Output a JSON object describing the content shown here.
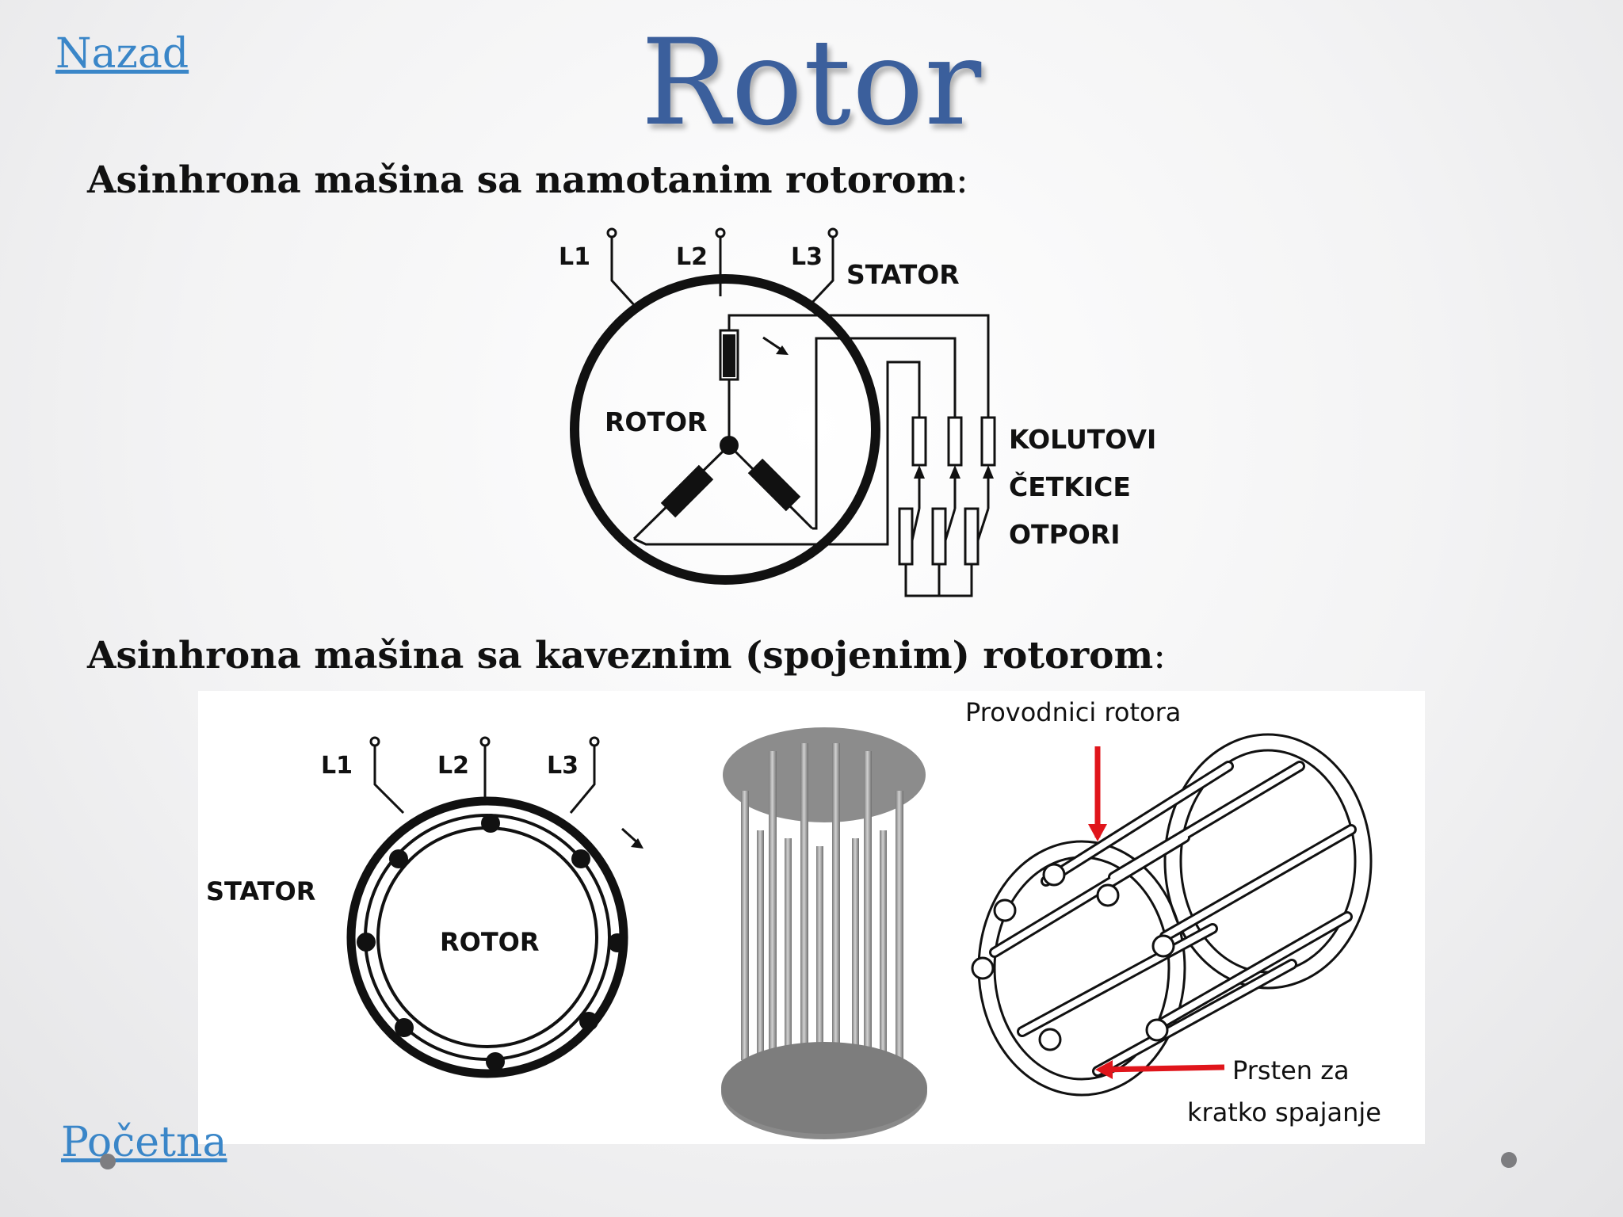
{
  "nav": {
    "back_label": "Nazad",
    "home_label": "Početna"
  },
  "slide": {
    "title": "Rotor",
    "section1": {
      "heading": "Asinhrona mašina sa namotanim rotorom",
      "colon": ":"
    },
    "section2": {
      "heading": "Asinhrona mašina sa kaveznim (spojenim) rotorom",
      "colon": ":"
    }
  },
  "diagram1": {
    "phase_labels": [
      "L1",
      "L2",
      "L3"
    ],
    "stator_label": "STATOR",
    "rotor_label": "ROTOR",
    "component_labels": [
      "KOLUTOVI",
      "ČETKICE",
      "OTPORI"
    ]
  },
  "diagram2": {
    "phase_labels": [
      "L1",
      "L2",
      "L3"
    ],
    "stator_label": "STATOR",
    "rotor_label": "ROTOR"
  },
  "diagram4": {
    "conductors_label": "Provodnici rotora",
    "ring_label_line1": "Prsten za",
    "ring_label_line2": "kratko spajanje"
  },
  "colors": {
    "title": "#3b5f9c",
    "link": "#3a86c8",
    "arrow": "#e0151b"
  }
}
